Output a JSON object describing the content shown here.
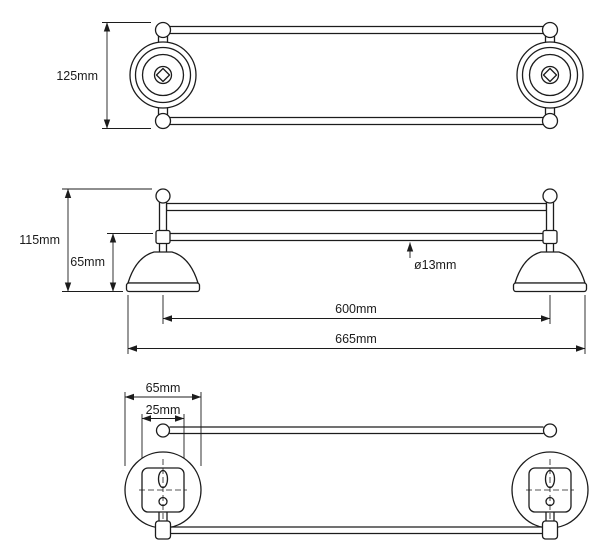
{
  "colors": {
    "line": "#1c1c1c",
    "bg": "#ffffff",
    "text": "#1c1c1c"
  },
  "views": {
    "front": {
      "height": "125mm"
    },
    "side": {
      "overall_height": "115mm",
      "rail_height": "65mm",
      "tube_diameter": "ø13mm",
      "rail_length": "600mm",
      "overall_width": "665mm"
    },
    "plan": {
      "flange_diameter": "65mm",
      "plate_width": "25mm"
    }
  }
}
